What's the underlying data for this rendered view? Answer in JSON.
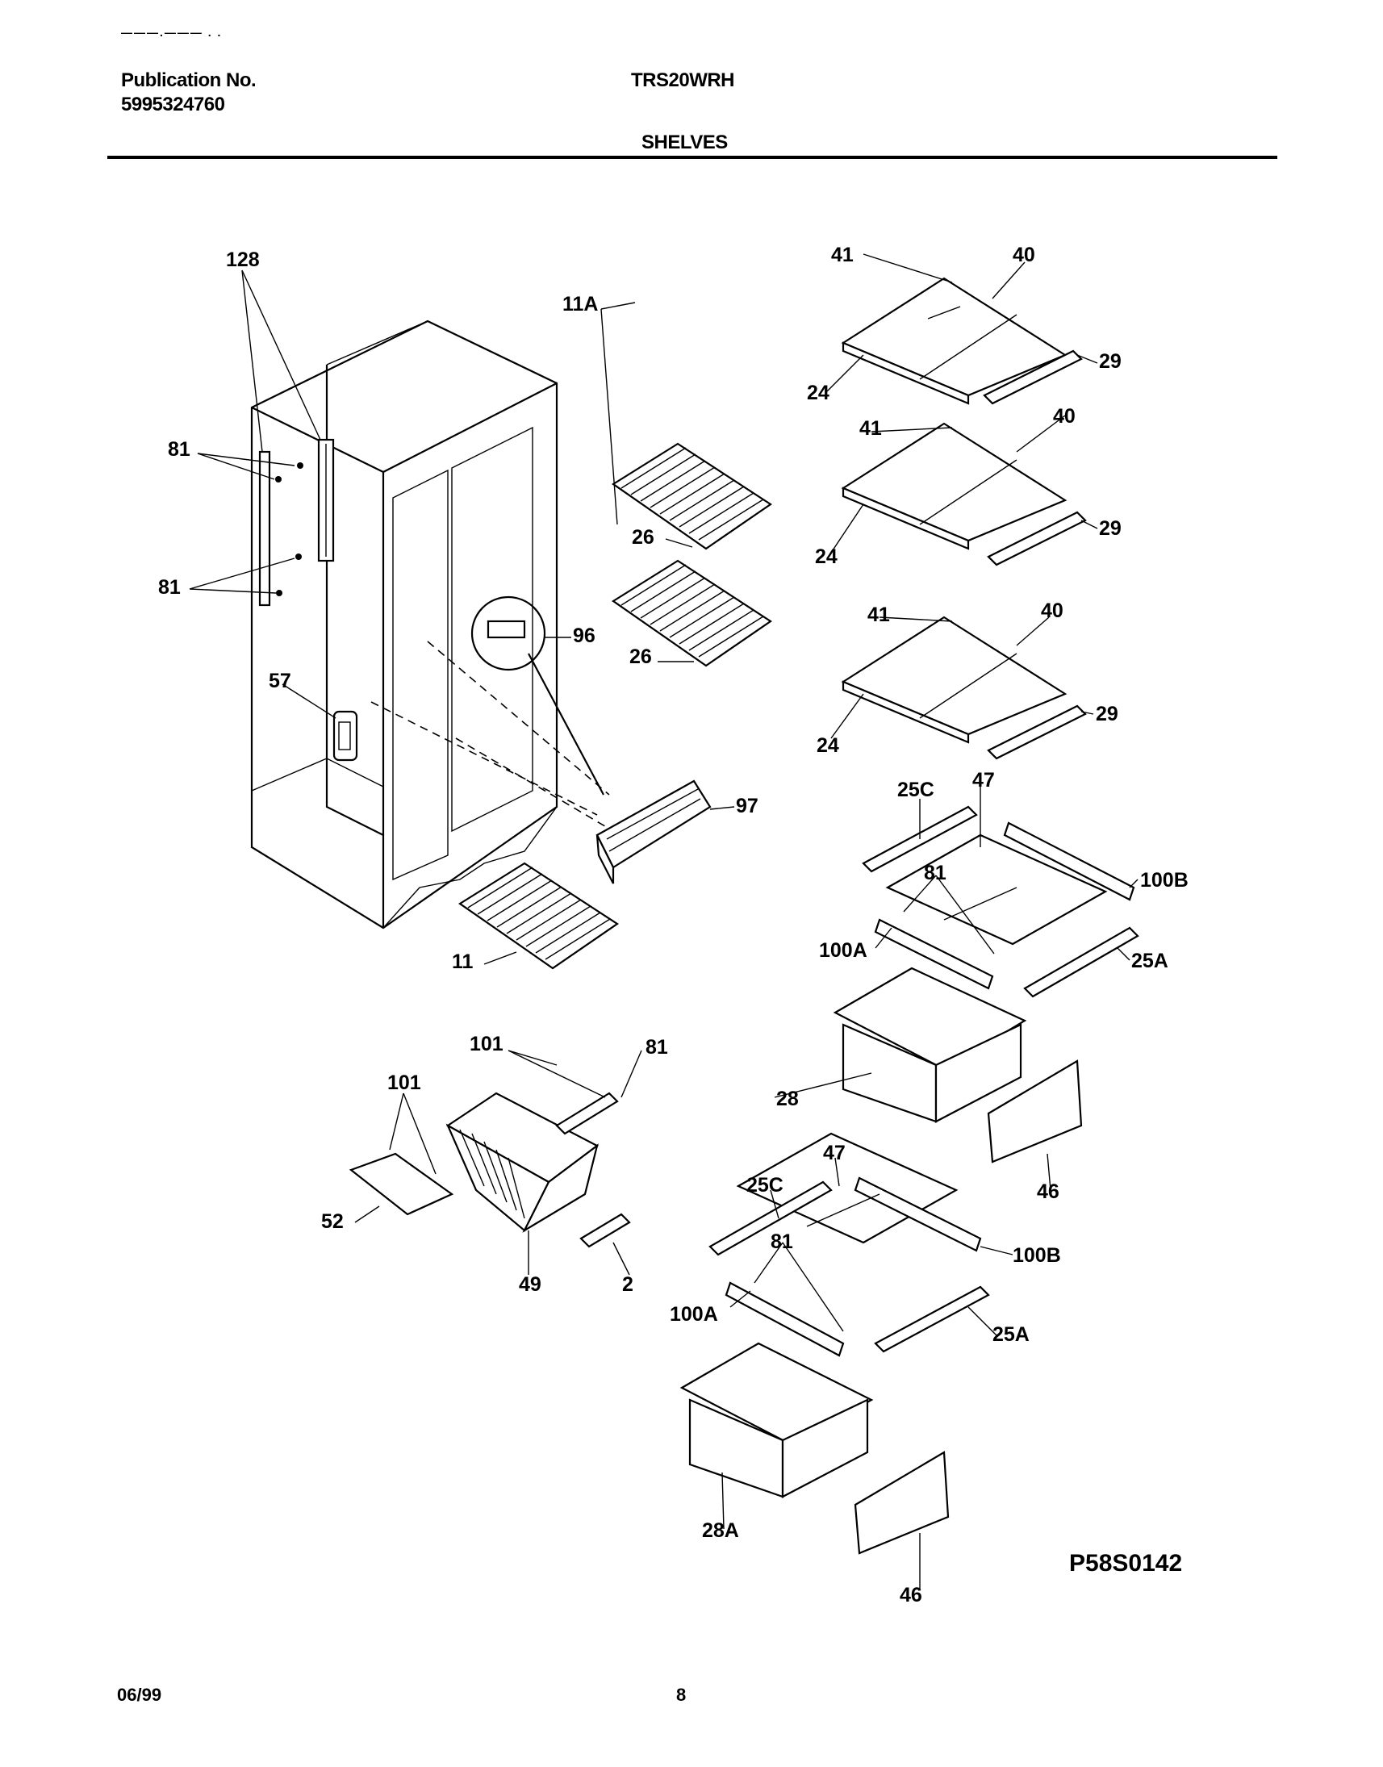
{
  "header": {
    "top_mark": "———.——— . .",
    "publication_label": "Publication No.",
    "publication_number": "5995324760",
    "model": "TRS20WRH",
    "section": "SHELVES"
  },
  "diagram_code": "P58S0142",
  "footer": {
    "date": "06/99",
    "page": "8"
  },
  "part_callouts": [
    "128",
    "81",
    "81",
    "57",
    "96",
    "11A",
    "26",
    "26",
    "97",
    "11",
    "101",
    "101",
    "81",
    "52",
    "49",
    "2",
    "41",
    "40",
    "29",
    "24",
    "41",
    "40",
    "29",
    "24",
    "41",
    "40",
    "29",
    "24",
    "25C",
    "47",
    "100B",
    "81",
    "100A",
    "25A",
    "28",
    "46",
    "25C",
    "47",
    "100B",
    "81",
    "100A",
    "25A",
    "28A",
    "46"
  ]
}
